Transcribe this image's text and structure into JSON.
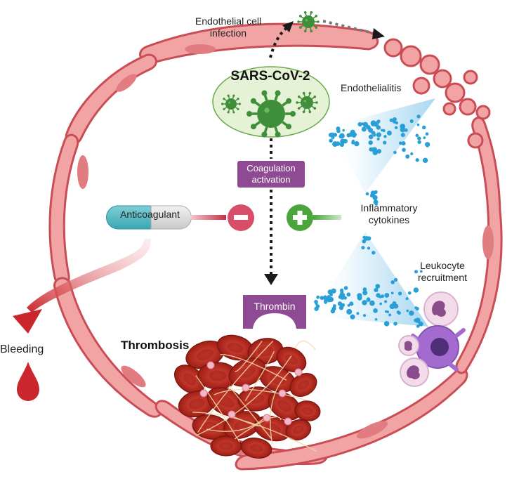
{
  "labels": {
    "sars": "SARS-CoV-2",
    "infection": [
      "Endothelial cell",
      "infection"
    ],
    "endothelialitis": "Endothelialitis",
    "coagulation": [
      "Coagulation",
      "activation"
    ],
    "inflammatory": [
      "Inflammatory",
      "cytokines"
    ],
    "anticoagulant": "Anticoagulant",
    "leukocyte": [
      "Leukocyte",
      "recruitment"
    ],
    "thrombin": "Thrombin",
    "bleeding": "Bleeding",
    "thrombosis": "Thrombosis"
  },
  "colors": {
    "vessel_fill": "#f2a4a4",
    "vessel_stroke": "#c94d55",
    "nucleus": "#e17c80",
    "virus": "#3f8f3a",
    "virus_bg": "#e6f2d6",
    "purple": "#8e4a93",
    "cytokine": "#2a9fd6",
    "minus": "#d84d6a",
    "plus": "#4aa63a",
    "blood": "#c9262d",
    "clot": "#b4281f"
  }
}
